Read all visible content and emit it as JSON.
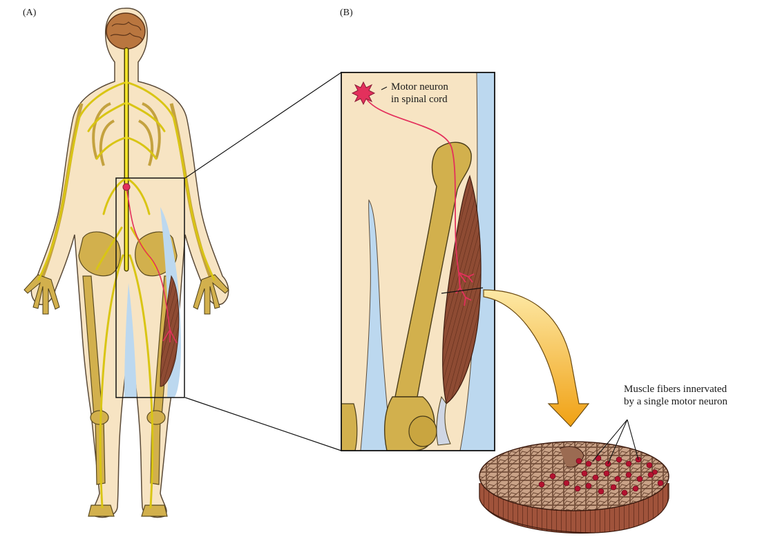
{
  "panels": {
    "a_label": "(A)",
    "b_label": "(B)"
  },
  "callouts": {
    "motor_neuron_line1": "Motor neuron",
    "motor_neuron_line2": "in spinal cord",
    "muscle_fibers_line1": "Muscle fibers innervated",
    "muscle_fibers_line2": "by a single motor neuron"
  },
  "colors": {
    "skin": "#f7e4c3",
    "bone": "#d2b04d",
    "nerve": "#e6d418",
    "neuron": "#e3305c",
    "muscle": "#8a4a32",
    "fluid": "#bcd8ef",
    "brain": "#b9763f",
    "arrow": "#f2a91c"
  }
}
